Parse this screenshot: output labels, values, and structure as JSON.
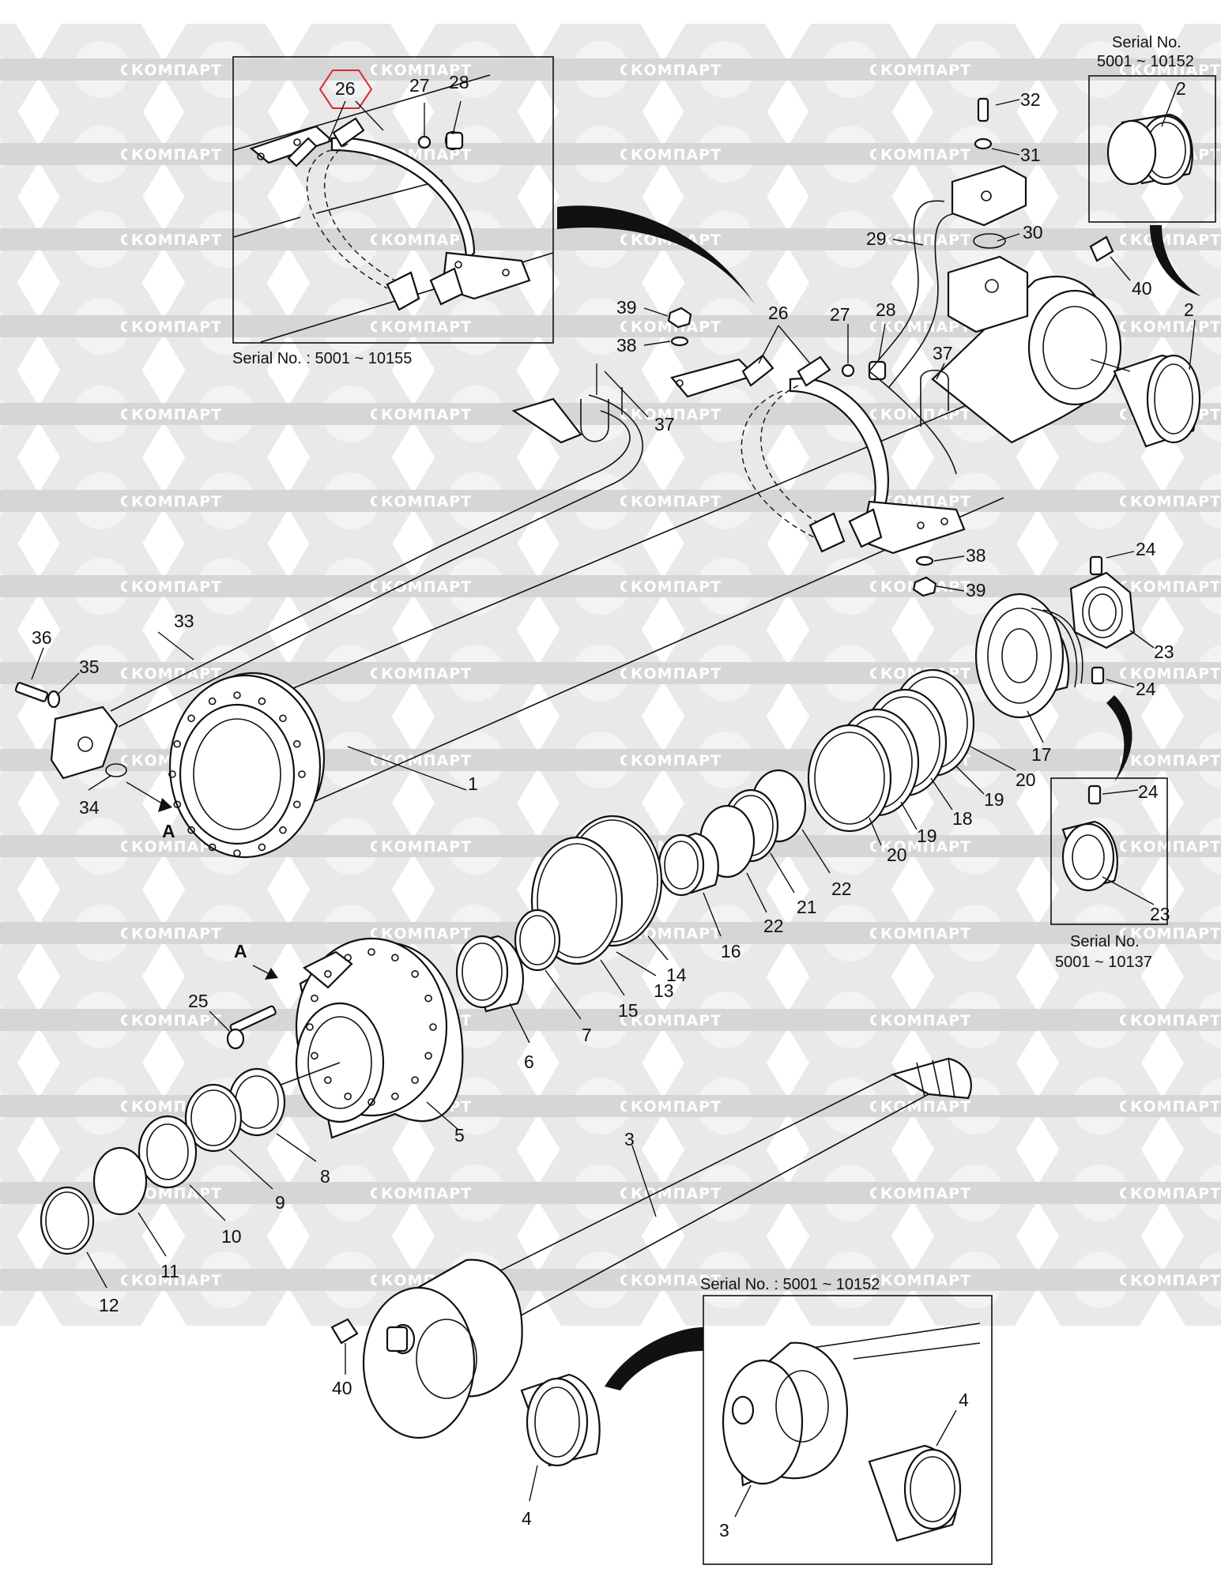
{
  "watermark": {
    "text_cyrillic": "КОМПАРТ",
    "text_latin": "COMPART"
  },
  "serial_notes": {
    "top_left": "Serial No. : 5001 ~ 10155",
    "top_right_line1": "Serial No.",
    "top_right_line2": "5001 ~ 10152",
    "mid_right_line1": "Serial No.",
    "mid_right_line2": "5001 ~ 10137",
    "bottom_right": "Serial No. : 5001 ~ 10152"
  },
  "view_label": "A",
  "highlight_color": "#d9262c",
  "callouts": {
    "c1": "1",
    "c2a": "2",
    "c2b": "2",
    "c3a": "3",
    "c3b": "3",
    "c4a": "4",
    "c4b": "4",
    "c5": "5",
    "c6": "6",
    "c7": "7",
    "c8": "8",
    "c9": "9",
    "c10": "10",
    "c11": "11",
    "c12": "12",
    "c13": "13",
    "c14": "14",
    "c15": "15",
    "c16": "16",
    "c17": "17",
    "c18": "18",
    "c19a": "19",
    "c19b": "19",
    "c20a": "20",
    "c20b": "20",
    "c21": "21",
    "c22a": "22",
    "c22b": "22",
    "c23a": "23",
    "c23b": "23",
    "c24a": "24",
    "c24b": "24",
    "c24c": "24",
    "c25": "25",
    "c26a": "26",
    "c26b": "26",
    "c27a": "27",
    "c27b": "27",
    "c28a": "28",
    "c28b": "28",
    "c29": "29",
    "c30": "30",
    "c31": "31",
    "c32": "32",
    "c33": "33",
    "c34": "34",
    "c35": "35",
    "c36": "36",
    "c37a": "37",
    "c37b": "37",
    "c38a": "38",
    "c38b": "38",
    "c39a": "39",
    "c39b": "39",
    "c40a": "40",
    "c40b": "40"
  }
}
